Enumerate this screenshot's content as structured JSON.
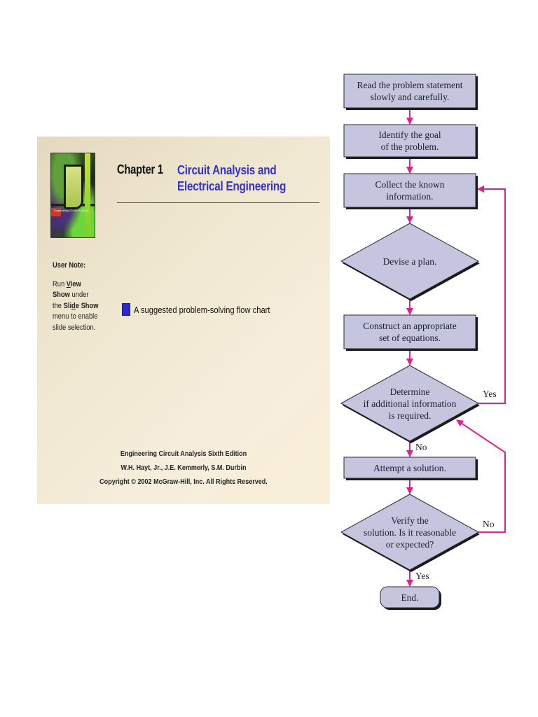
{
  "slide": {
    "cover_image": "engineering-circuit-analysis-book-cover",
    "cover_title": "Engineering Circuit Analysis",
    "chapter_label": "Chapter 1",
    "chapter_title_line1": "Circuit Analysis and",
    "chapter_title_line2": "Electrical Engineering",
    "user_note_heading": "User Note:",
    "user_note_lines": [
      {
        "pre": "Run ",
        "bold": "",
        "underline": "V",
        "boldrest": "iew",
        "post": ""
      },
      {
        "pre": "",
        "bold": "Show",
        "post": " under"
      },
      {
        "pre": "the ",
        "bold": "Sli",
        "underline": "d",
        "boldrest": "e Show",
        "post": ""
      },
      {
        "pre": "menu to enable",
        "bold": "",
        "post": ""
      },
      {
        "pre": "slide selection.",
        "bold": "",
        "post": ""
      }
    ],
    "bullet_text": "A suggested problem-solving flow chart",
    "bullet_color": "#2a2ad0",
    "footer": {
      "line1": "Engineering Circuit Analysis Sixth Edition",
      "line2": "W.H. Hayt, Jr., J.E. Kemmerly, S.M. Durbin",
      "line3": "Copyright © 2002  McGraw-Hill, Inc.  All Rights Reserved."
    },
    "colors": {
      "title_blue": "#3333cc",
      "rule": "#4a4aaa"
    }
  },
  "flowchart": {
    "colors": {
      "node_fill": "#c5c5e0",
      "node_border": "#2a2a2a",
      "shadow": "#1a1a1a",
      "connector": "#e0208c"
    },
    "nodes": [
      {
        "id": "read",
        "type": "process",
        "lines": [
          "Read the problem statement",
          "slowly and carefully."
        ]
      },
      {
        "id": "goal",
        "type": "process",
        "lines": [
          "Identify the goal",
          "of the problem."
        ]
      },
      {
        "id": "collect",
        "type": "process",
        "lines": [
          "Collect the known",
          "information."
        ]
      },
      {
        "id": "plan",
        "type": "decision",
        "lines": [
          "Devise a plan."
        ]
      },
      {
        "id": "construct",
        "type": "process",
        "lines": [
          "Construct an appropriate",
          "set of equations."
        ]
      },
      {
        "id": "determine",
        "type": "decision",
        "lines": [
          "Determine",
          "if additional information",
          "is required."
        ]
      },
      {
        "id": "attempt",
        "type": "process",
        "lines": [
          "Attempt a solution."
        ]
      },
      {
        "id": "verify",
        "type": "decision",
        "lines": [
          "Verify the",
          "solution. Is it reasonable",
          "or expected?"
        ]
      },
      {
        "id": "end",
        "type": "terminal",
        "lines": [
          "End."
        ]
      }
    ],
    "edges": [
      {
        "from": "read",
        "to": "goal",
        "label": ""
      },
      {
        "from": "goal",
        "to": "collect",
        "label": ""
      },
      {
        "from": "collect",
        "to": "plan",
        "label": ""
      },
      {
        "from": "plan",
        "to": "construct",
        "label": ""
      },
      {
        "from": "construct",
        "to": "determine",
        "label": ""
      },
      {
        "from": "determine",
        "to": "collect",
        "label": "Yes"
      },
      {
        "from": "determine",
        "to": "attempt",
        "label": "No"
      },
      {
        "from": "attempt",
        "to": "verify",
        "label": ""
      },
      {
        "from": "verify",
        "to": "determine",
        "label": "No"
      },
      {
        "from": "verify",
        "to": "end",
        "label": "Yes"
      }
    ]
  }
}
